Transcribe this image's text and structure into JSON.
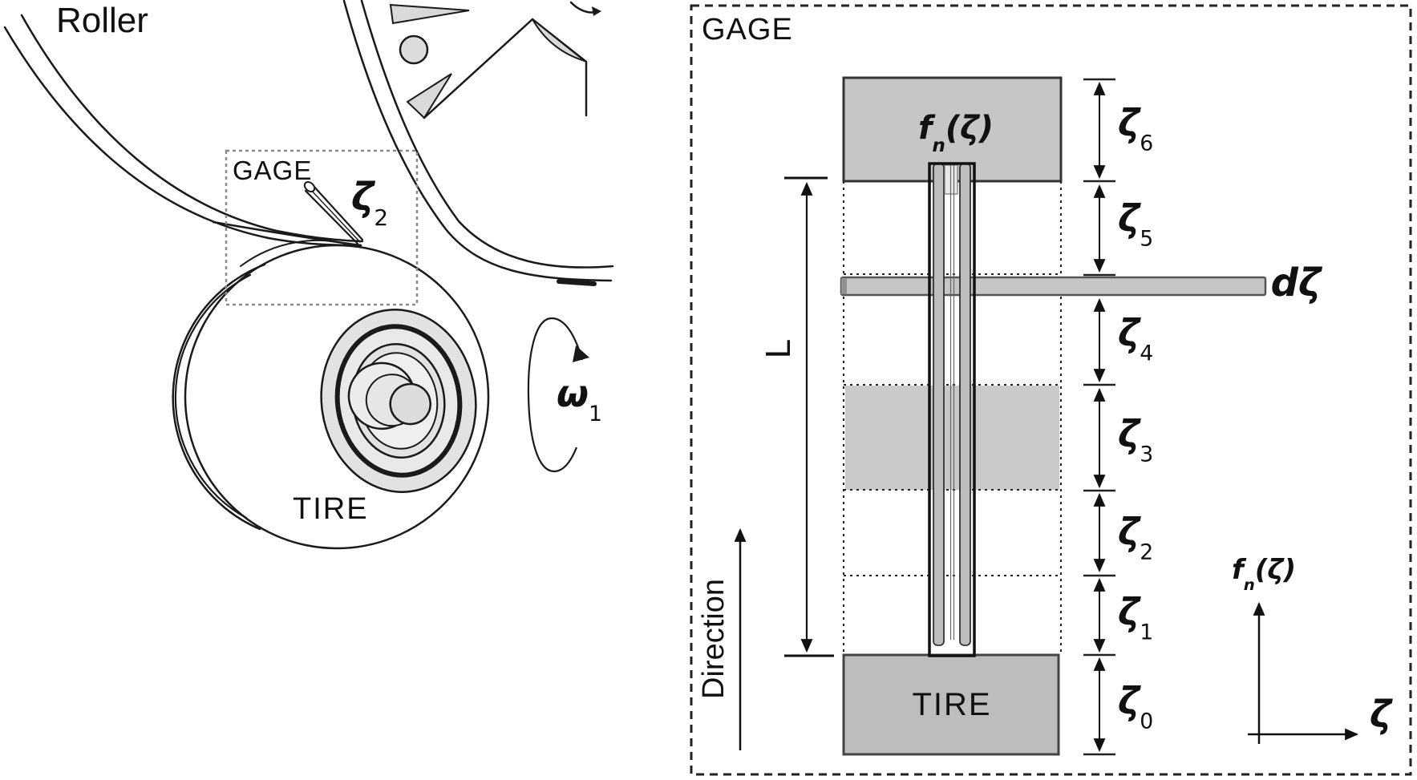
{
  "colors": {
    "block_gray": "#c6c6c6",
    "line_black": "#1a1a1a"
  },
  "left_panel": {
    "roller_label": "Roller",
    "gage_box_label": "GAGE",
    "zeta2": {
      "sym": "ζ",
      "sub": "2"
    },
    "tire_label": "TIRE",
    "omega1": {
      "sym": "ω",
      "sub": "1"
    }
  },
  "right_panel": {
    "box_label": "GAGE",
    "load_block": {
      "f": "f",
      "sub": "n",
      "arg": "(ζ)"
    },
    "tire_block_label": "TIRE",
    "dzeta_label": "dζ",
    "length_label": "L",
    "direction_label": "Direction",
    "zeta_segments": [
      {
        "sym": "ζ",
        "sub": "6"
      },
      {
        "sym": "ζ",
        "sub": "5"
      },
      {
        "sym": "ζ",
        "sub": "4"
      },
      {
        "sym": "ζ",
        "sub": "3"
      },
      {
        "sym": "ζ",
        "sub": "2"
      },
      {
        "sym": "ζ",
        "sub": "1"
      },
      {
        "sym": "ζ",
        "sub": "0"
      }
    ],
    "axis": {
      "ylabel": {
        "f": "f",
        "sub": "n",
        "arg": "(ζ)"
      },
      "xlabel": "ζ"
    }
  }
}
